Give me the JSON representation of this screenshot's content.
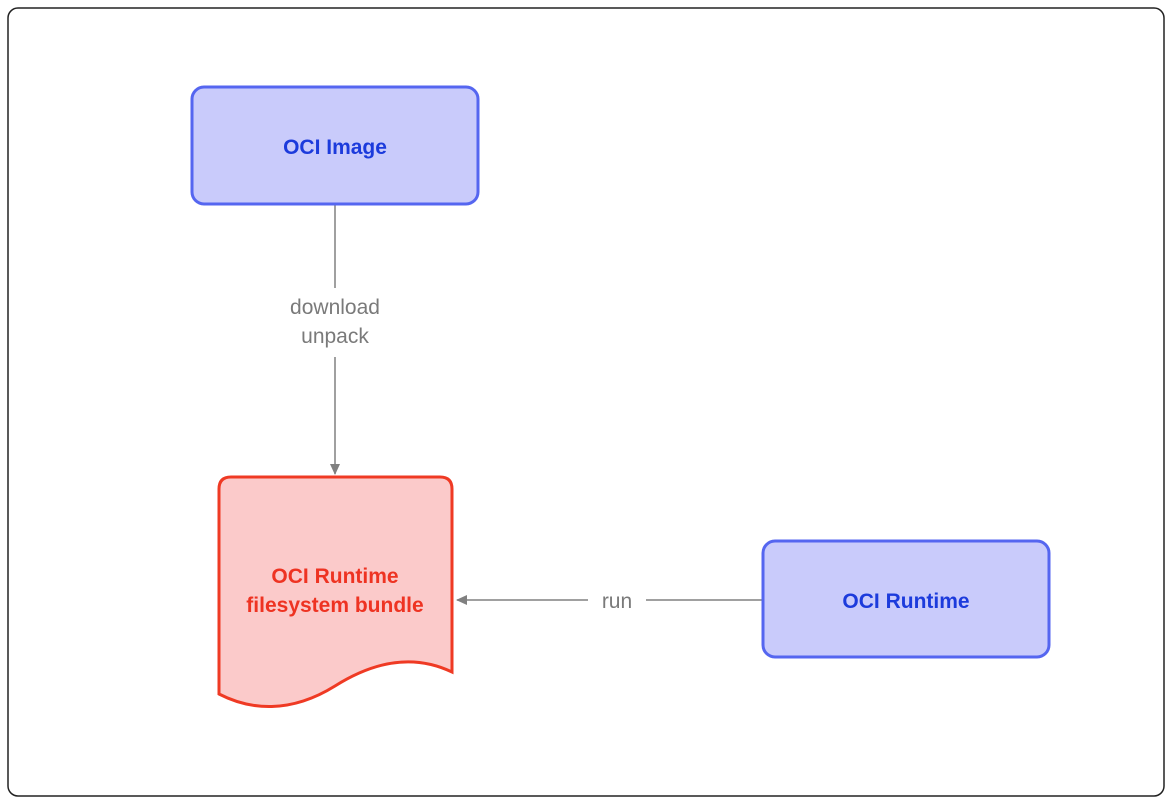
{
  "diagram": {
    "nodes": {
      "oci_image": {
        "label": "OCI Image"
      },
      "bundle": {
        "label_line1": "OCI Runtime",
        "label_line2": "filesystem bundle"
      },
      "oci_runtime": {
        "label": "OCI Runtime"
      }
    },
    "edges": {
      "image_to_bundle": {
        "label_line1": "download",
        "label_line2": "unpack"
      },
      "runtime_to_bundle": {
        "label": "run"
      }
    }
  },
  "colors": {
    "frame_border": "#222222",
    "blue_fill": "#c9cbfb",
    "blue_stroke": "#5566f0",
    "blue_text": "#1c3bdc",
    "red_fill": "#fbcaca",
    "red_stroke": "#ef3a24",
    "red_text": "#ee3322",
    "edge_stroke": "#808080",
    "edge_text": "#7a7a7a"
  }
}
